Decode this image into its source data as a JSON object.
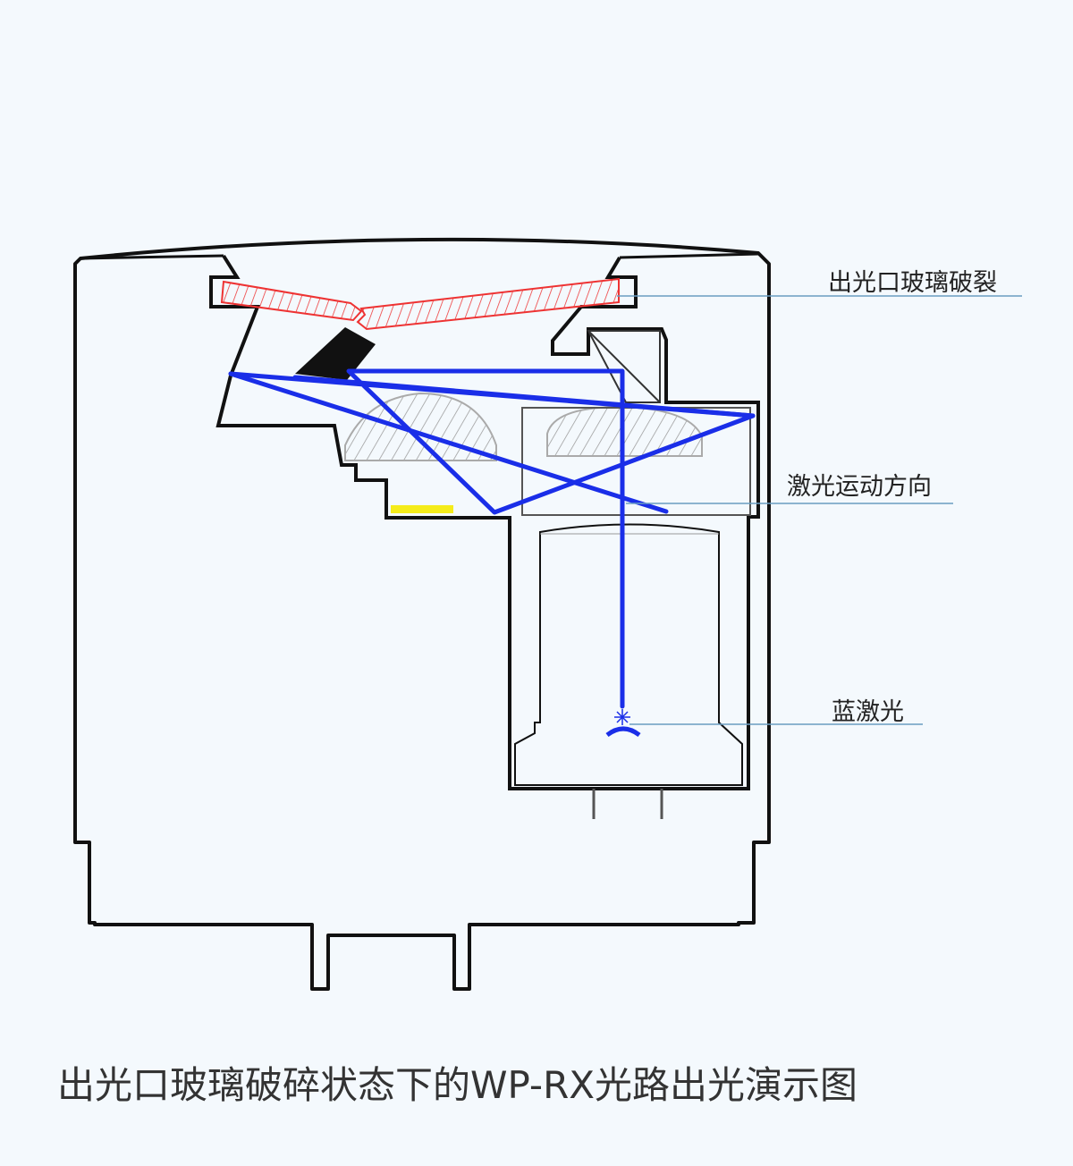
{
  "labels": {
    "glass_broken": "出光口玻璃破裂",
    "laser_motion": "激光运动方向",
    "blue_laser": "蓝激光"
  },
  "caption": "出光口玻璃破碎状态下的WP-RX光路出光演示图",
  "colors": {
    "background": "#f4f9fd",
    "outline": "#111111",
    "laser": "#1a2ee8",
    "broken_glass": "#ee3333",
    "leader_line": "#6a9ec2",
    "lens_hatch": "#9a9a9a",
    "yellow_strip": "#f5ec1a"
  }
}
